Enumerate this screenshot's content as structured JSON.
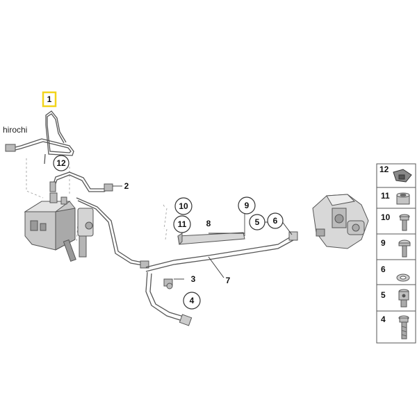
{
  "watermark": "hirochi",
  "highlight_color": "#f2d41a",
  "callouts": {
    "c1": "1",
    "c12": "12",
    "c2": "2",
    "c10": "10",
    "c11": "11",
    "c8": "8",
    "c9": "9",
    "c5": "5",
    "c6": "6",
    "c3": "3",
    "c4": "4",
    "c7": "7"
  },
  "legend": {
    "items": [
      "12",
      "11",
      "10",
      "9",
      "6",
      "5",
      "4"
    ]
  }
}
